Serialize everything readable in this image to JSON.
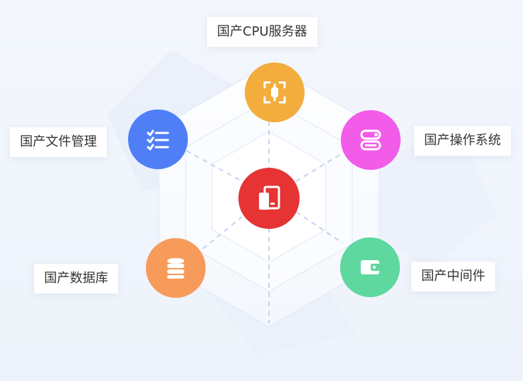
{
  "center": {
    "icon": "tablet-device-icon",
    "color": "#e63434"
  },
  "nodes": [
    {
      "key": "cpu",
      "label": "国产CPU服务器",
      "icon": "chip-scan-icon",
      "color": "#f2ad3d"
    },
    {
      "key": "os",
      "label": "国产操作系统",
      "icon": "toggle-panel-icon",
      "color": "#f25ce8"
    },
    {
      "key": "middleware",
      "label": "国产中间件",
      "icon": "wallet-icon",
      "color": "#5fd8a0"
    },
    {
      "key": "database",
      "label": "国产数据库",
      "icon": "database-icon",
      "color": "#f79b5a"
    },
    {
      "key": "files",
      "label": "国产文件管理",
      "icon": "checklist-icon",
      "color": "#4f7ef6"
    }
  ]
}
